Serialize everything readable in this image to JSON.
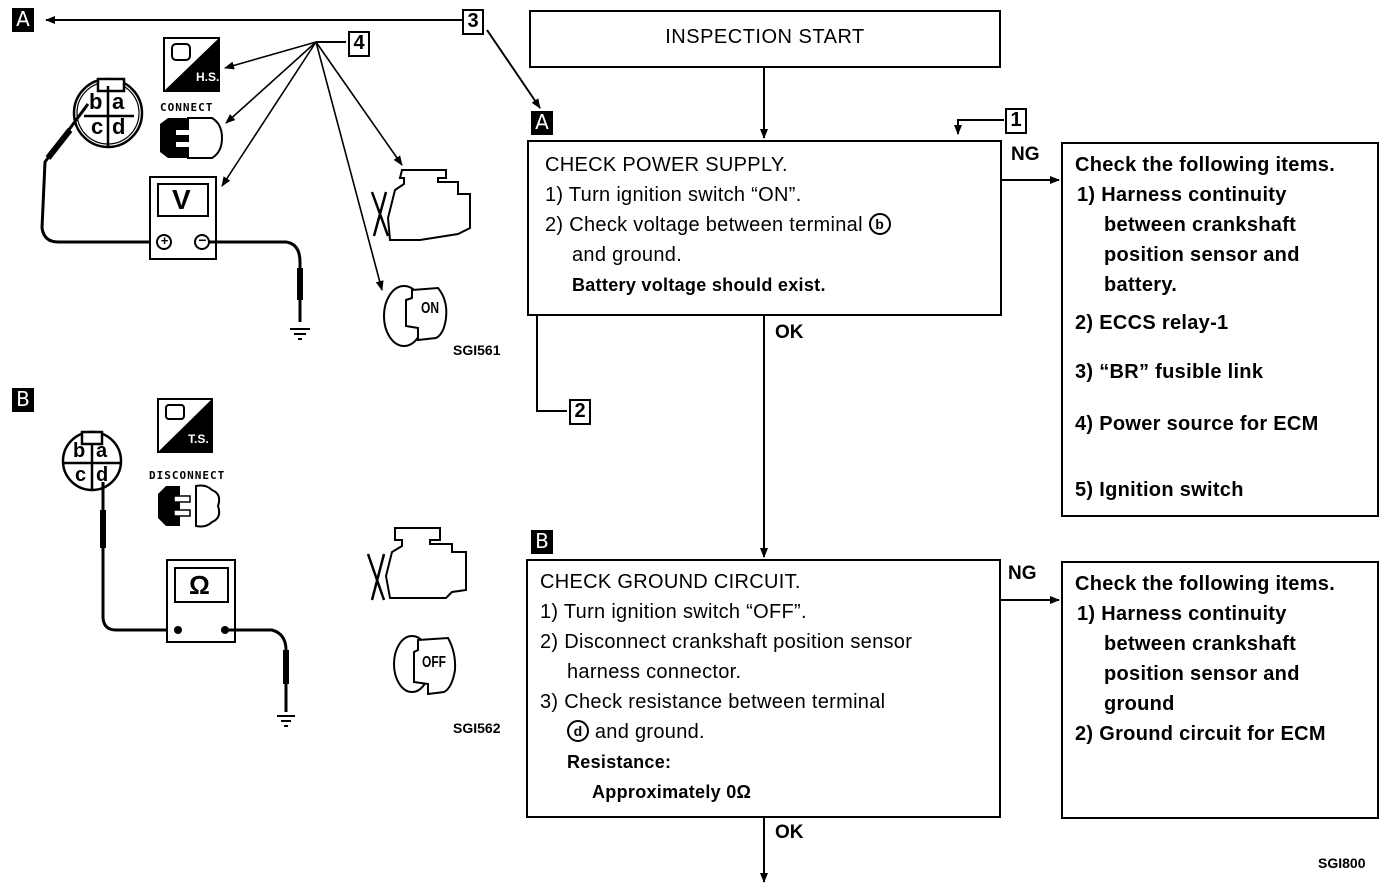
{
  "figure_codes": {
    "top_illustration": "SGI561",
    "bottom_illustration": "SGI562",
    "flowchart": "SGI800"
  },
  "markers": {
    "a": "A",
    "b": "B",
    "ref1": "1",
    "ref2": "2",
    "ref3": "3",
    "ref4": "4"
  },
  "illustration_a": {
    "mode_badge": "H.S.",
    "connector_state": "CONNECT",
    "meter_symbol": "V",
    "plus_terminal": "+",
    "minus_terminal": "−",
    "ignition_state": "ON",
    "terminals": [
      "b",
      "a",
      "c",
      "d"
    ]
  },
  "illustration_b": {
    "mode_badge": "T.S.",
    "connector_state": "DISCONNECT",
    "meter_symbol": "Ω",
    "ignition_state": "OFF",
    "terminals": [
      "b",
      "a",
      "c",
      "d"
    ]
  },
  "flow": {
    "start": "INSPECTION START",
    "step_a": {
      "title": "CHECK POWER SUPPLY.",
      "line1": "1) Turn ignition switch “ON”.",
      "line2_pre": "2) Check voltage between terminal",
      "line2_terminal": "b",
      "line3": "and ground.",
      "spec": "Battery voltage should exist."
    },
    "step_a_ng": {
      "header": "Check the following items.",
      "item1_l1": "1) Harness continuity",
      "item1_l2": "between crankshaft",
      "item1_l3": "position sensor and",
      "item1_l4": "battery.",
      "item2": "2) ECCS relay-1",
      "item3": "3) “BR” fusible link",
      "item4": "4) Power source for ECM",
      "item5": "5) Ignition switch"
    },
    "step_b": {
      "title": "CHECK GROUND CIRCUIT.",
      "line1": "1) Turn ignition switch “OFF”.",
      "line2": "2) Disconnect crankshaft position sensor",
      "line3": "harness connector.",
      "line4": "3) Check resistance between terminal",
      "line5_terminal": "d",
      "line5": "and ground.",
      "spec_label": "Resistance:",
      "spec_value": "Approximately 0Ω"
    },
    "step_b_ng": {
      "header": "Check the following items.",
      "item1_l1": "1) Harness continuity",
      "item1_l2": "between crankshaft",
      "item1_l3": "position sensor and",
      "item1_l4": "ground",
      "item2": "2) Ground circuit for ECM"
    },
    "ok_label": "OK",
    "ng_label": "NG"
  }
}
